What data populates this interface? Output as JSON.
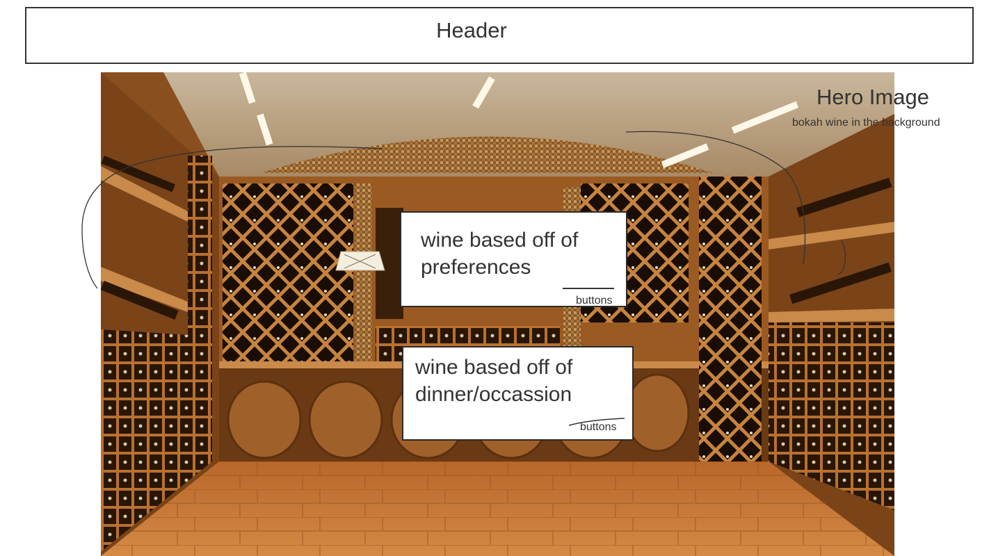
{
  "header": {
    "title": "Header"
  },
  "hero": {
    "label": "Hero Image",
    "caption": "bokah wine in the background",
    "image_description": "wine-cellar-with-barrels"
  },
  "cards": [
    {
      "title": "wine based off of preferences",
      "button_label": "buttons"
    },
    {
      "title": "wine based off of dinner/occassion",
      "button_label": "buttons"
    }
  ]
}
